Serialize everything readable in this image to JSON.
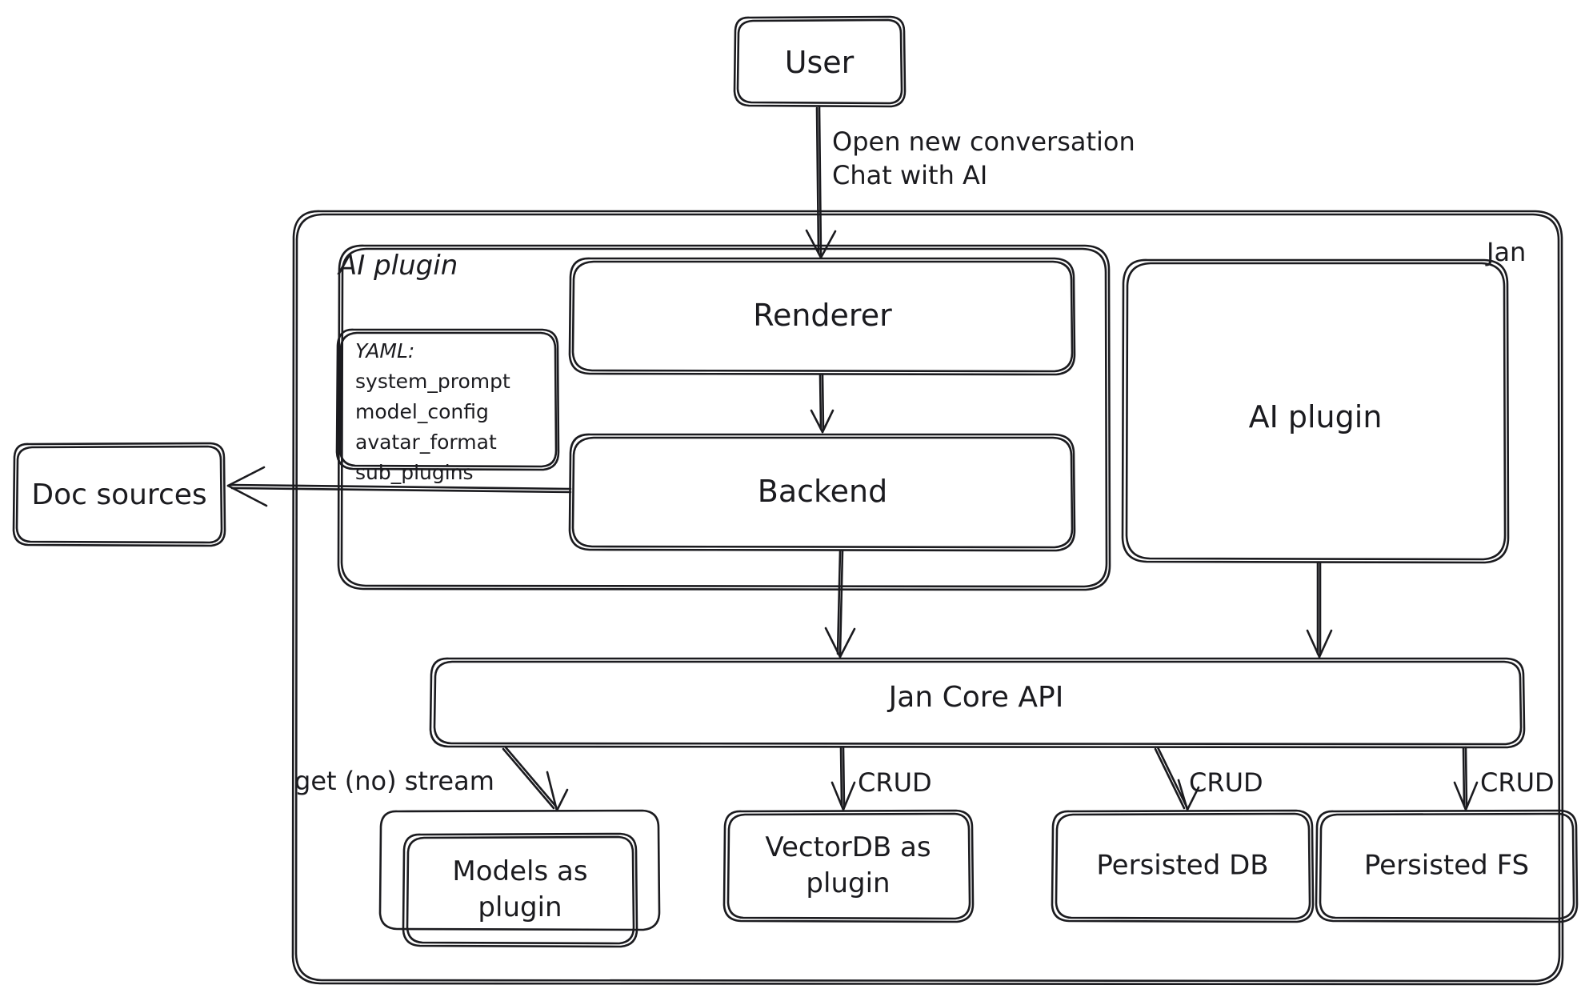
{
  "diagram": {
    "type": "architecture-flowchart",
    "style": "hand-drawn",
    "title_visible": false,
    "colors": {
      "stroke": "#1b1b1f",
      "background": "#ffffff",
      "text": "#1b1b1f"
    },
    "containers": [
      {
        "id": "jan",
        "label": "Jan",
        "label_position": "top-right"
      },
      {
        "id": "ai-plugin-group",
        "label": "AI plugin",
        "label_position": "top-left"
      }
    ],
    "nodes": [
      {
        "id": "user",
        "label": "User"
      },
      {
        "id": "renderer",
        "label": "Renderer"
      },
      {
        "id": "backend",
        "label": "Backend"
      },
      {
        "id": "ai-plugin",
        "label": "AI plugin"
      },
      {
        "id": "doc-sources",
        "label": "Doc sources"
      },
      {
        "id": "jan-core-api",
        "label": "Jan Core API"
      },
      {
        "id": "models-as-plugin",
        "label": "Models as\nplugin"
      },
      {
        "id": "vectordb-as-plugin",
        "label": "VectorDB as\nplugin"
      },
      {
        "id": "persisted-db",
        "label": "Persisted DB"
      },
      {
        "id": "persisted-fs",
        "label": "Persisted FS"
      }
    ],
    "yaml_note": {
      "title": "YAML:",
      "items": [
        "system_prompt",
        "model_config",
        "avatar_format",
        "sub_plugins"
      ]
    },
    "edges": [
      {
        "id": "user-to-renderer",
        "from": "user",
        "to": "renderer",
        "label": "Open new conversation\nChat with AI"
      },
      {
        "id": "renderer-to-backend",
        "from": "renderer",
        "to": "backend",
        "label": ""
      },
      {
        "id": "backend-to-doc-sources",
        "from": "backend",
        "to": "doc-sources",
        "label": ""
      },
      {
        "id": "backend-to-core",
        "from": "backend",
        "to": "jan-core-api",
        "label": ""
      },
      {
        "id": "ai-plugin-to-core",
        "from": "ai-plugin",
        "to": "jan-core-api",
        "label": ""
      },
      {
        "id": "core-to-models",
        "from": "jan-core-api",
        "to": "models-as-plugin",
        "label": "get (no) stream"
      },
      {
        "id": "core-to-vectordb",
        "from": "jan-core-api",
        "to": "vectordb-as-plugin",
        "label": "CRUD"
      },
      {
        "id": "core-to-persisted-db",
        "from": "jan-core-api",
        "to": "persisted-db",
        "label": "CRUD"
      },
      {
        "id": "core-to-persisted-fs",
        "from": "jan-core-api",
        "to": "persisted-fs",
        "label": "CRUD"
      }
    ]
  }
}
